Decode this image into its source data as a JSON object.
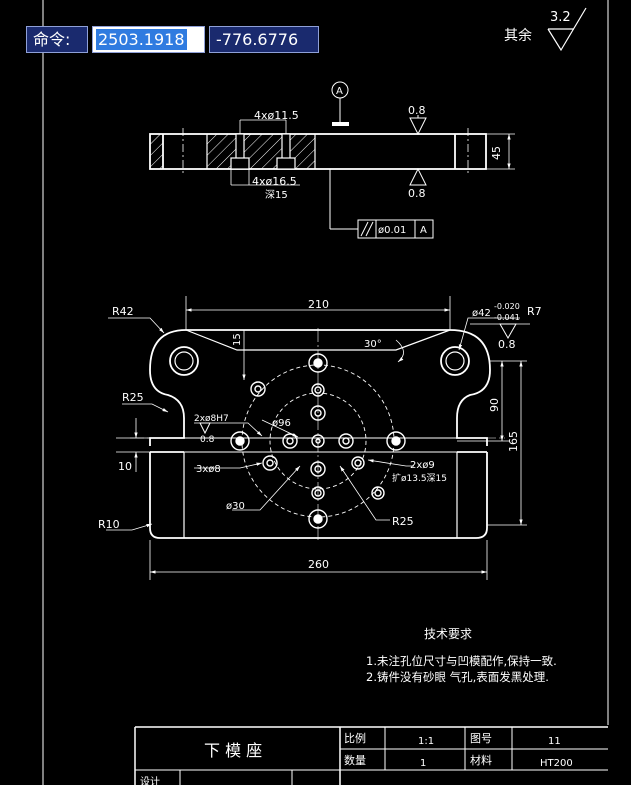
{
  "command_bar": {
    "label": "命令:",
    "x_value": "2503.1918",
    "y_value": "-776.6776"
  },
  "roughness_note": {
    "prefix": "其余",
    "value": "3.2"
  },
  "section_view": {
    "hole_top": "4xø11.5",
    "hole_bottom": "4xø16.5",
    "depth": "深15",
    "height": "45",
    "roughness_top": "0.8",
    "roughness_bottom": "0.8",
    "datum": "A",
    "tolerance_value": "ø0.01",
    "tolerance_datum": "A"
  },
  "plan_view": {
    "width_top": "210",
    "width_bottom": "260",
    "r42": "R42",
    "r25_left": "R25",
    "r25_right": "R25",
    "r10": "R10",
    "r7": "R7",
    "pin_hole": "ø42",
    "tol_upper": "-0.020",
    "tol_lower": "-0.041",
    "roughness": "0.8",
    "angle": "30°",
    "dim15": "15",
    "dim90": "90",
    "dim165": "165",
    "dim10": "10",
    "h7": "2xø8H7",
    "h7_rough": "0.8",
    "holes_3x": "3xø8",
    "d96": "ø96",
    "d30": "ø30",
    "holes_2x": "2xø9",
    "counterbore": "扩ø13.5深15"
  },
  "tech_requirements": {
    "title": "技术要求",
    "items": [
      "1.未注孔位尺寸与凹模配作,保持一致.",
      "2.铸件没有砂眼 气孔,表面发黑处理."
    ]
  },
  "title_block": {
    "part_name": "下 模 座",
    "scale_label": "比例",
    "scale_value": "1:1",
    "drawing_no_label": "图号",
    "drawing_no_value": "11",
    "qty_label": "数量",
    "qty_value": "1",
    "material_label": "材料",
    "material_value": "HT200",
    "designer_label": "设计"
  }
}
